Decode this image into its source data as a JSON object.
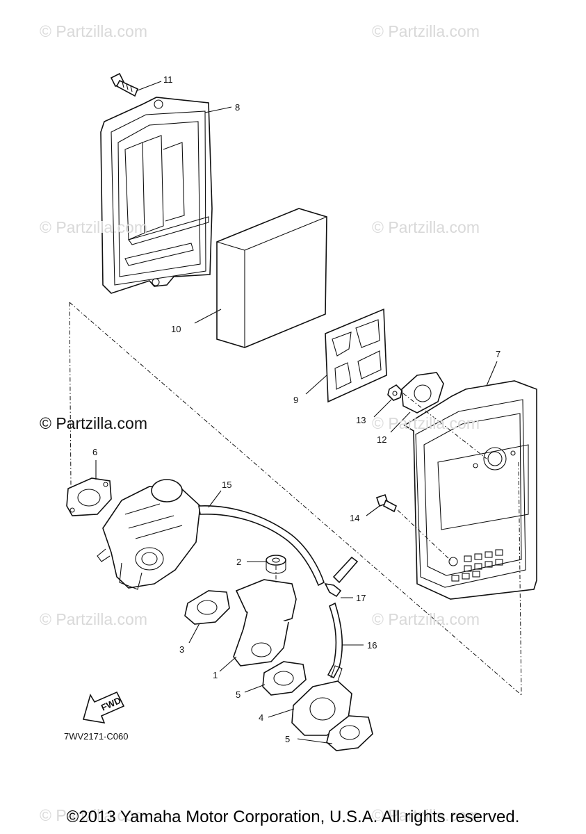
{
  "watermarks": {
    "text": "© Partzilla.com",
    "prominent": "© Partzilla.com"
  },
  "callouts": [
    "1",
    "2",
    "3",
    "4",
    "5",
    "5",
    "6",
    "7",
    "8",
    "9",
    "10",
    "11",
    "12",
    "13",
    "14",
    "15",
    "16",
    "17"
  ],
  "arrow_label": "FWD",
  "diagram_code": "7WV2171-C060",
  "footer": "©2013 Yamaha Motor Corporation, U.S.A. All rights reserved."
}
